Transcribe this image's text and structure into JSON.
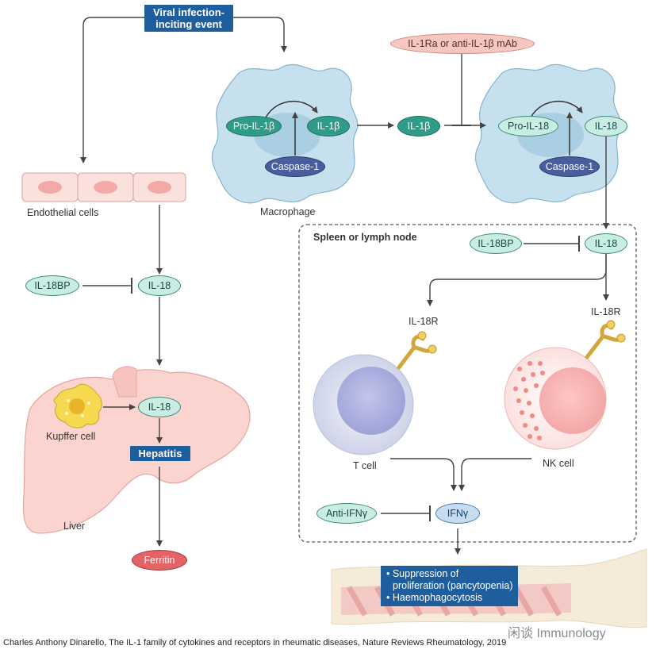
{
  "trigger": "Viral infection-\ninciting event",
  "macrophage": {
    "label": "Macrophage",
    "pro": "Pro-IL-1β",
    "product": "IL-1β",
    "enzyme": "Caspase-1"
  },
  "released_il1b": "IL-1β",
  "il1_blocker": "IL-1Ra or anti-IL-1β mAb",
  "second_cell": {
    "pro": "Pro-IL-18",
    "product": "IL-18",
    "enzyme": "Caspase-1"
  },
  "endothelial": {
    "label": "Endothelial cells"
  },
  "left_path": {
    "binding_protein": "IL-18BP",
    "cytokine": "IL-18"
  },
  "liver": {
    "label": "Liver",
    "kupffer": "Kupffer cell",
    "cytokine": "IL-18",
    "outcome": "Hepatitis",
    "marker": "Ferritin"
  },
  "spleen": {
    "title": "Spleen or lymph node",
    "binding_protein": "IL-18BP",
    "cytokine": "IL-18",
    "receptor_t": "IL-18R",
    "receptor_nk": "IL-18R",
    "t_cell": "T cell",
    "nk_cell": "NK cell",
    "anti": "Anti-IFNγ",
    "ifn": "IFNγ"
  },
  "bone_outcomes": [
    "• Suppression of",
    "proliferation (pancytopenia)",
    "• Haemophagocytosis"
  ],
  "caption": "Charles Anthony Dinarello, The IL-1 family of cytokines and receptors in rheumatic diseases, Nature Reviews Rheumatology, 2019",
  "watermark": "闲谈 Immunology",
  "colors": {
    "navy_box": "#1f5e9c",
    "cell_blue": "#c6e0ee",
    "teal": "#2e9c86",
    "pink": "#f6c6c0",
    "red": "#e46466",
    "arrow": "#444444"
  }
}
